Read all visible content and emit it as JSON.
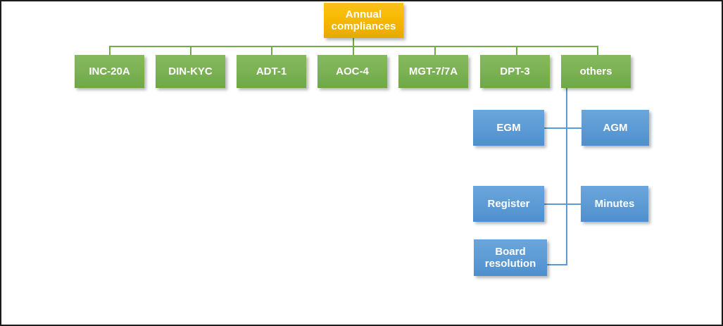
{
  "diagram": {
    "title_node": {
      "label": "Annual compliances",
      "line1": "Annual",
      "line2": "compliances",
      "color": "#ffc000"
    },
    "level1_color": "#70ad47",
    "level2_color": "#5b9bd5",
    "level1": [
      {
        "label": "INC-20A"
      },
      {
        "label": "DIN-KYC"
      },
      {
        "label": "ADT-1"
      },
      {
        "label": "AOC-4"
      },
      {
        "label": "MGT-7/7A"
      },
      {
        "label": "DPT-3"
      },
      {
        "label": "others"
      }
    ],
    "others_children": [
      {
        "label": "EGM"
      },
      {
        "label": "AGM"
      },
      {
        "label": "Register"
      },
      {
        "label": "Minutes"
      },
      {
        "label": "Board resolution",
        "line1": "Board",
        "line2": "resolution"
      }
    ]
  }
}
